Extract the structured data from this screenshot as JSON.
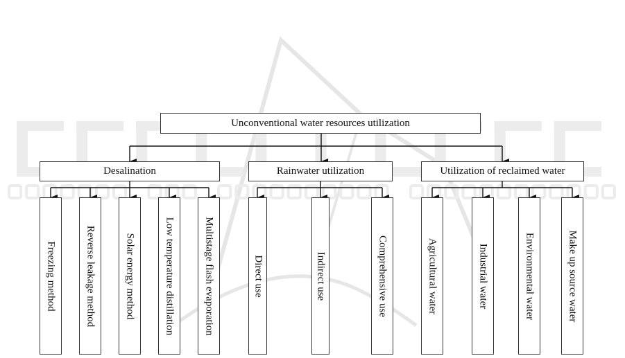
{
  "watermark": {
    "logo_text": "SCITEPRESS",
    "tagline": "SCIENCE AND TECHNOLOGY PUBLICATIONS",
    "color": "#e6e6e6"
  },
  "diagram": {
    "root": "Unconventional water resources utilization",
    "branches": [
      {
        "label": "Desalination",
        "children": [
          "Freezing method",
          "Reverse leakage method",
          "Solar energy method",
          "Low temperature distillation",
          "Multistage flash evaporation"
        ]
      },
      {
        "label": "Rainwater utilization",
        "children": [
          "Direct use",
          "Indirect use",
          "Comprehensive use"
        ]
      },
      {
        "label": "Utilization of reclaimed water",
        "children": [
          "Agricultural water",
          "Industrial water",
          "Environmental water",
          "Make up source water"
        ]
      }
    ],
    "line_color": "#111111"
  }
}
